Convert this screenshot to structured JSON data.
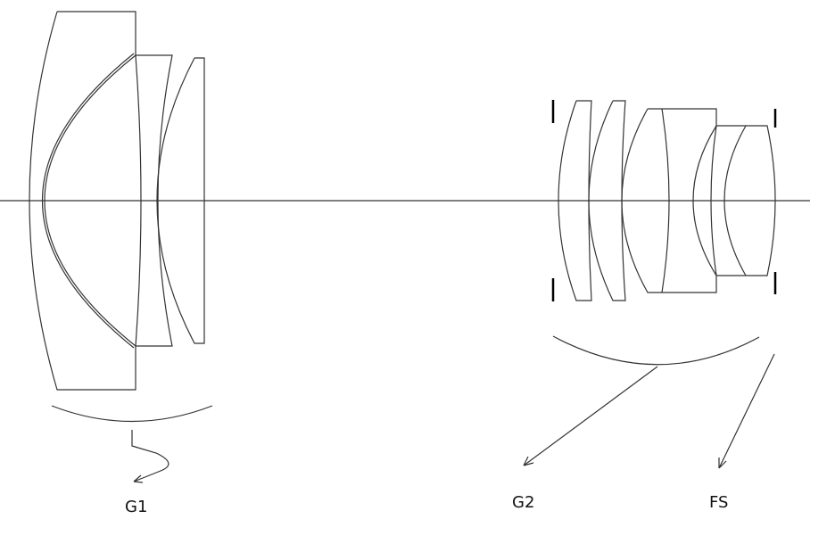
{
  "labels": {
    "group1": "G1",
    "group2": "G2",
    "field_stop": "FS"
  },
  "colors": {
    "line": "#333333",
    "background": "#ffffff"
  }
}
